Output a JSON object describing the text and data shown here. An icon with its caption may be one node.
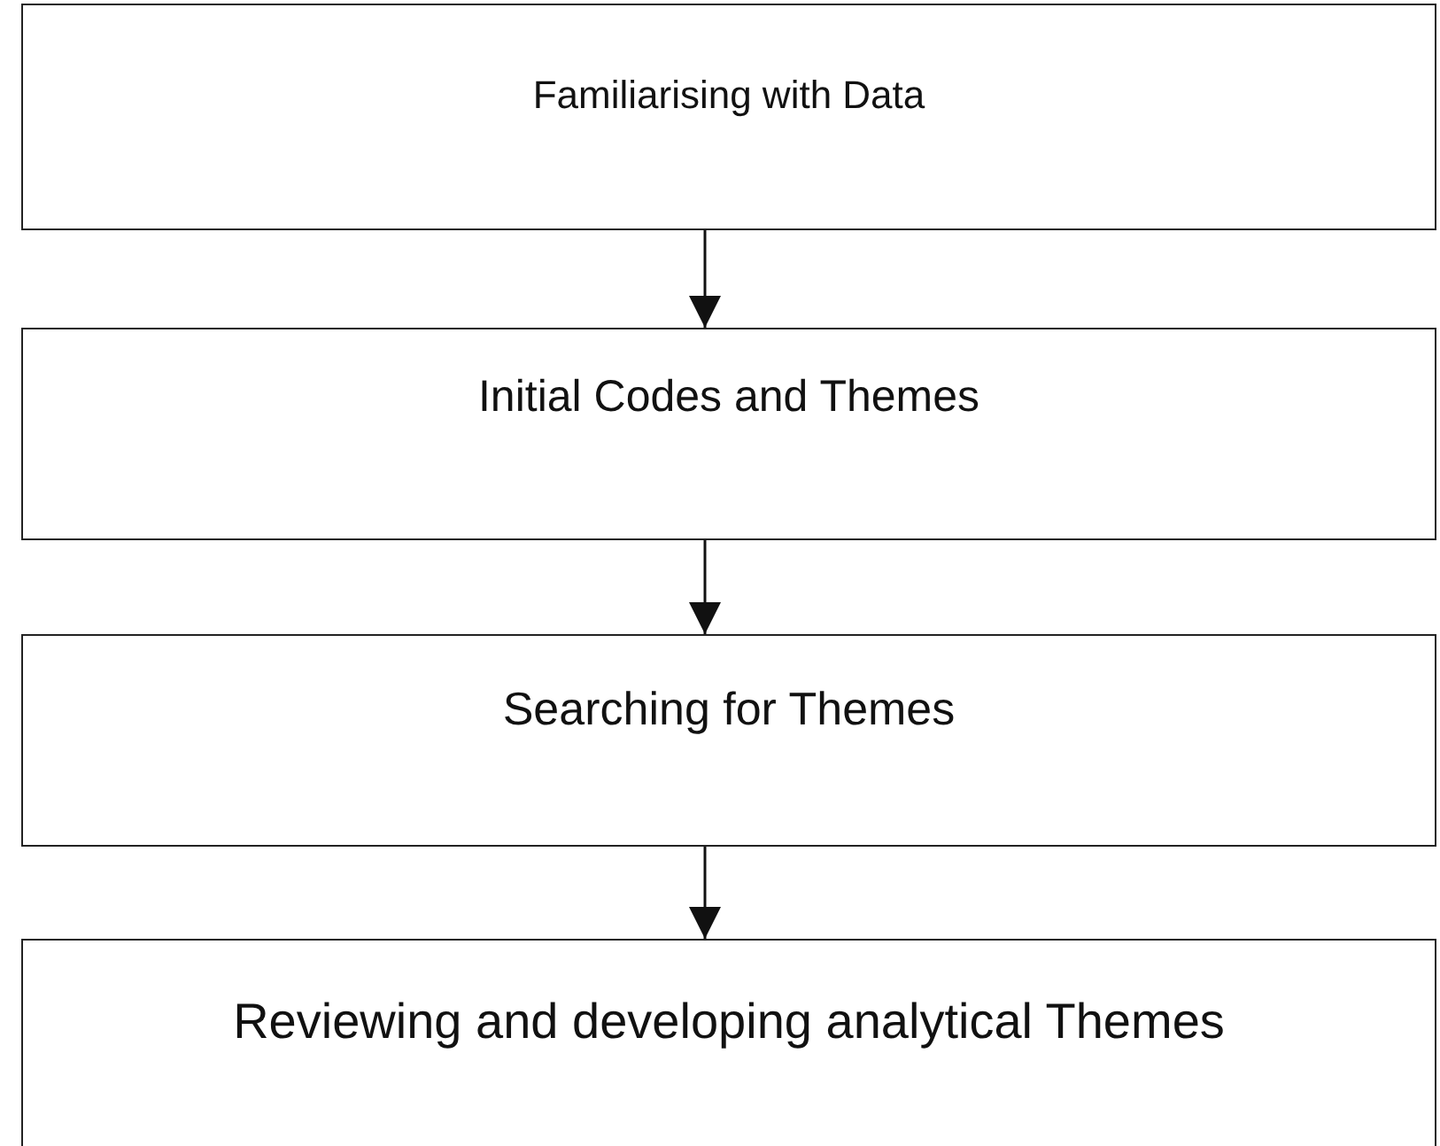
{
  "diagram": {
    "nodes": [
      {
        "text": [
          "Familiarising with Data"
        ]
      },
      {
        "text": [
          "Initial Codes and Themes"
        ]
      },
      {
        "text": [
          "Searching for Themes"
        ]
      },
      {
        "text": [
          "Reviewing and developing analytical Themes"
        ]
      }
    ],
    "edges": [
      {
        "from": 0,
        "to": 1,
        "arrow": "to"
      },
      {
        "from": 1,
        "to": 2,
        "arrow": "to"
      },
      {
        "from": 2,
        "to": 3,
        "arrow": "to"
      }
    ]
  }
}
